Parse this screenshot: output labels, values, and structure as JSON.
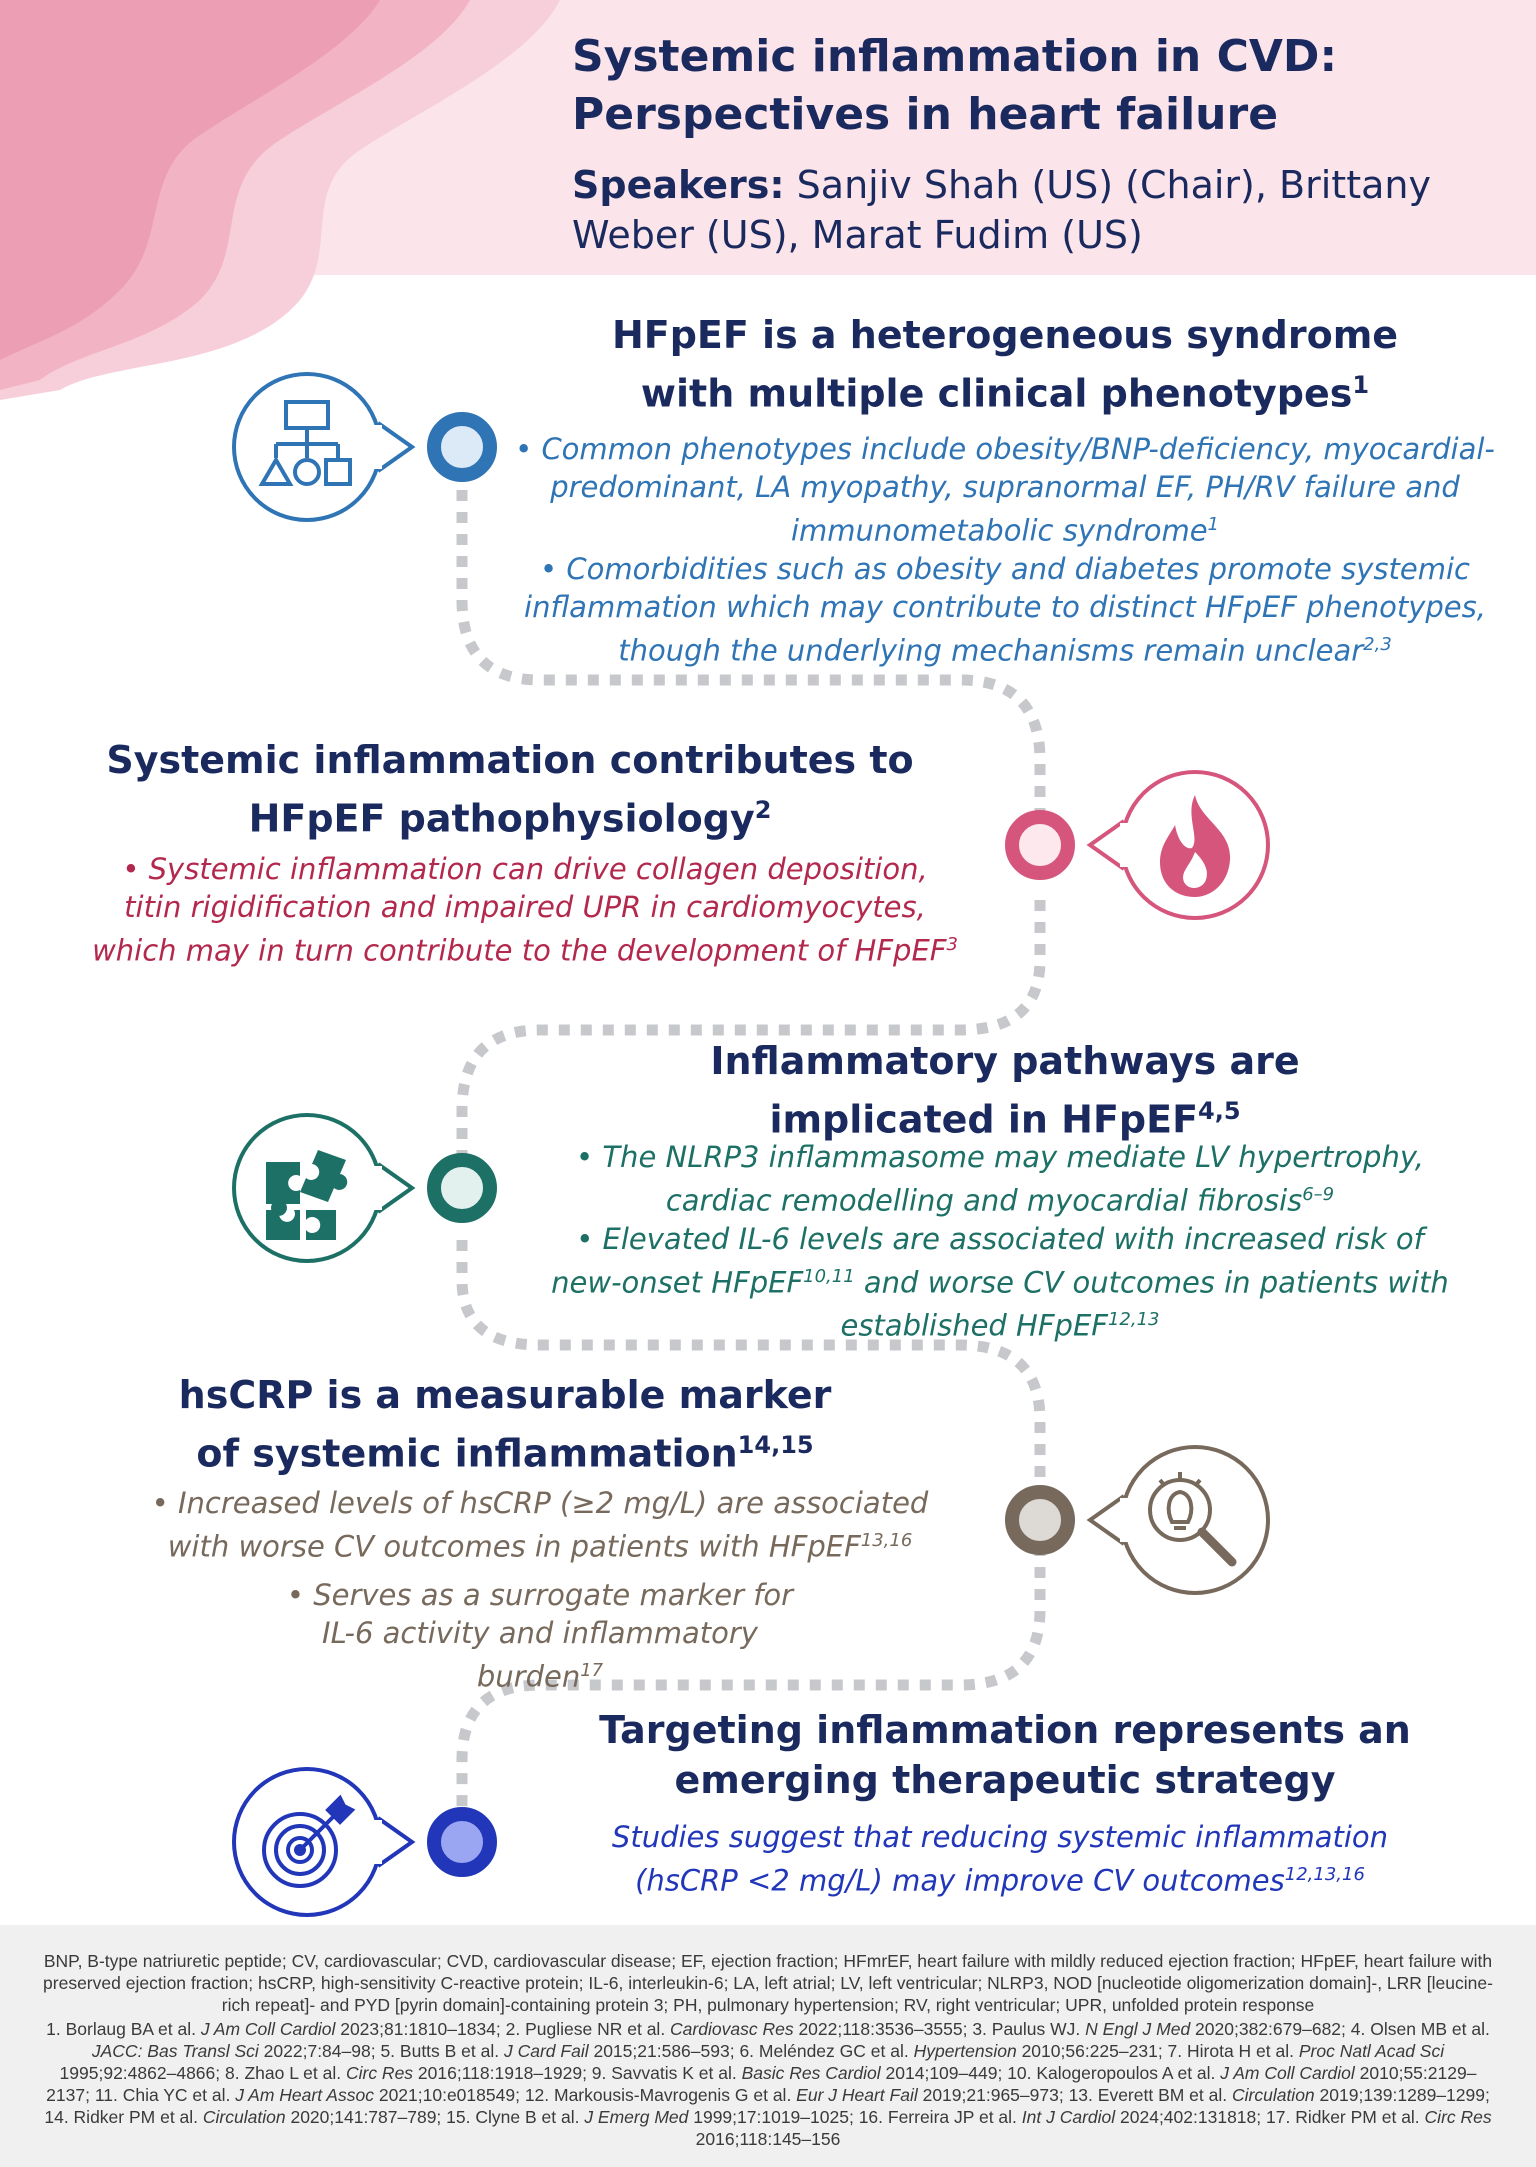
{
  "header": {
    "title_line1": "Systemic inflammation in CVD:",
    "title_line2": "Perspectives in heart failure",
    "speakers_label": "Speakers:",
    "speakers": "Sanjiv Shah (US) (Chair), Brittany Weber (US), Marat Fudim (US)"
  },
  "colors": {
    "navy": "#1b2a5e",
    "blue": "#2f74b5",
    "pink": "#d6557c",
    "teal": "#1d7065",
    "brown": "#776a5c",
    "royal": "#2136b8",
    "header_bg": "#fbe4ea"
  },
  "sections": [
    {
      "icon": "hierarchy-shapes-icon",
      "title_line1": "HFpEF is a heterogeneous syndrome",
      "title_line2": "with multiple clinical phenotypes",
      "title_ref": "1",
      "bullets": [
        {
          "text": "Common phenotypes include obesity/BNP-deficiency, myocardial-predominant, LA myopathy, supranormal EF, PH/RV failure and immunometabolic syndrome",
          "ref": "1"
        },
        {
          "text": "Comorbidities such as obesity and diabetes promote systemic inflammation which may contribute to distinct HFpEF phenotypes, though the underlying mechanisms remain unclear",
          "ref": "2,3"
        }
      ]
    },
    {
      "icon": "flame-icon",
      "title_line1": "Systemic inflammation contributes to",
      "title_line2": "HFpEF pathophysiology",
      "title_ref": "2",
      "bullets": [
        {
          "text": "Systemic inflammation can drive collagen deposition, titin rigidification and impaired UPR in cardiomyocytes, which may in turn contribute to the development of HFpEF",
          "ref": "3"
        }
      ]
    },
    {
      "icon": "puzzle-pieces-icon",
      "title_line1": "Inflammatory pathways are",
      "title_line2": "implicated in HFpEF",
      "title_ref": "4,5",
      "bullet1_text": "The NLRP3 inflammasome may mediate LV hypertrophy, cardiac remodelling and myocardial fibrosis",
      "bullet1_ref": "6–9",
      "bullet2_text_a": "Elevated IL-6 levels are associated with increased risk of new-onset HFpEF",
      "bullet2_ref_a": "10,11",
      "bullet2_text_b": " and worse CV outcomes in patients with established HFpEF",
      "bullet2_ref_b": "12,13"
    },
    {
      "icon": "lightbulb-magnifier-icon",
      "title_line1": "hsCRP is a measurable marker",
      "title_line2": "of systemic inflammation",
      "title_ref": "14,15",
      "bullets": [
        {
          "text": "Increased levels of hsCRP (≥2 mg/L) are associated with worse CV outcomes in patients with HFpEF",
          "ref": "13,16"
        },
        {
          "text": "Serves as a surrogate marker for IL-6 activity and inflammatory burden",
          "ref": "17"
        }
      ]
    },
    {
      "icon": "target-arrow-icon",
      "title_line1": "Targeting inflammation represents an",
      "title_line2": "emerging therapeutic strategy",
      "body": "Studies suggest that reducing systemic inflammation (hsCRP <2 mg/L) may improve CV outcomes",
      "body_ref": "12,13,16"
    }
  ],
  "footer": {
    "abbreviations": "BNP, B-type natriuretic peptide; CV, cardiovascular; CVD, cardiovascular disease; EF, ejection fraction; HFmrEF, heart failure with mildly reduced ejection fraction; HFpEF, heart failure with preserved ejection fraction; hsCRP, high-sensitivity C-reactive protein; IL-6, interleukin-6; LA, left atrial; LV, left ventricular; NLRP3, NOD [nucleotide oligomerization domain]-, LRR [leucine-rich repeat]- and PYD [pyrin domain]-containing protein 3; PH, pulmonary hypertension; RV, right ventricular; UPR, unfolded protein response",
    "references": [
      {
        "a": "1. Borlaug BA et al. ",
        "j": "J Am Coll Cardiol",
        "b": " 2023;81:1810–1834; "
      },
      {
        "a": "2. Pugliese NR et al. ",
        "j": "Cardiovasc Res",
        "b": " 2022;118:3536–3555; "
      },
      {
        "a": "3. Paulus WJ. ",
        "j": "N Engl J Med",
        "b": " 2020;382:679–682; "
      },
      {
        "a": "4. Olsen MB et al. ",
        "j": "JACC: Bas Transl Sci",
        "b": " 2022;7:84–98; "
      },
      {
        "a": "5. Butts B et al. ",
        "j": "J Card Fail",
        "b": " 2015;21:586–593; "
      },
      {
        "a": "6. Meléndez GC et al. ",
        "j": "Hypertension",
        "b": " 2010;56:225–231; "
      },
      {
        "a": "7. Hirota H et al. ",
        "j": "Proc Natl Acad Sci",
        "b": " 1995;92:4862–4866; "
      },
      {
        "a": "8. Zhao L et al. ",
        "j": "Circ Res",
        "b": " 2016;118:1918–1929; "
      },
      {
        "a": "9. Savvatis K et al. ",
        "j": "Basic Res Cardiol",
        "b": " 2014;109–449; "
      },
      {
        "a": "10. Kalogeropoulos A et al. ",
        "j": "J Am Coll Cardiol",
        "b": " 2010;55:2129–2137; "
      },
      {
        "a": "11. Chia YC et al. ",
        "j": "J Am Heart Assoc",
        "b": " 2021;10:e018549; "
      },
      {
        "a": "12. Markousis-Mavrogenis G et al. ",
        "j": "Eur J Heart Fail",
        "b": " 2019;21:965–973; "
      },
      {
        "a": "13. Everett BM et al. ",
        "j": "Circulation",
        "b": " 2019;139:1289–1299; "
      },
      {
        "a": "14. Ridker PM et al. ",
        "j": "Circulation",
        "b": " 2020;141:787–789; "
      },
      {
        "a": "15. Clyne B et al. ",
        "j": "J Emerg Med",
        "b": " 1999;17:1019–1025; "
      },
      {
        "a": "16. Ferreira JP et al. ",
        "j": "Int J Cardiol",
        "b": " 2024;402:131818; "
      },
      {
        "a": "17. Ridker PM et al. ",
        "j": "Circ Res",
        "b": " 2016;118:145–156"
      }
    ]
  }
}
